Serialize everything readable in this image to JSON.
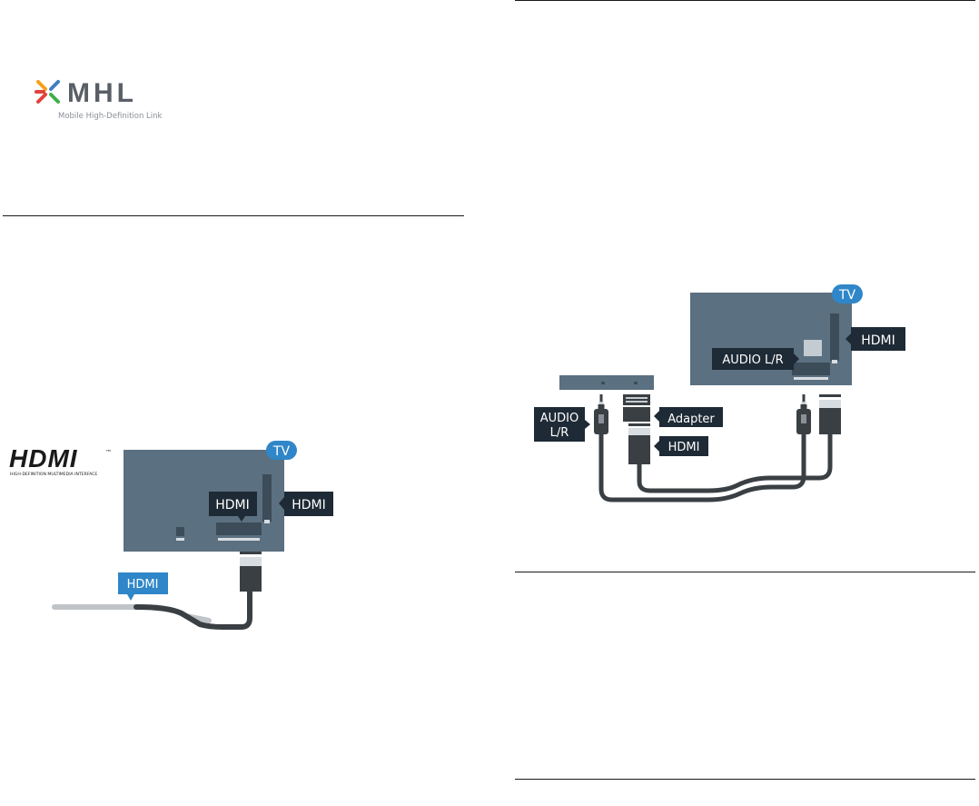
{
  "mhl_logo": {
    "wordmark": "MHL",
    "tagline": "Mobile High-Definition Link"
  },
  "hdmi_logo": {
    "wordmark": "HDMI",
    "tagline": "HIGH-DEFINITION MULTIMEDIA INTERFACE",
    "trademark": "™"
  },
  "hdmi_diagram": {
    "tv_badge": "TV",
    "port_label_inner": "HDMI",
    "port_label_side": "HDMI",
    "cable_label": "HDMI"
  },
  "audio_diagram": {
    "tv_badge": "TV",
    "tv_audio_label": "AUDIO L/R",
    "tv_hdmi_label": "HDMI",
    "device_audio_label_line1": "AUDIO",
    "device_audio_label_line2": "L/R",
    "adapter_label": "Adapter",
    "device_hdmi_label": "HDMI"
  },
  "colors": {
    "tv_body": "#5b7080",
    "tv_port": "#3c4c58",
    "label_dark": "#1e2a35",
    "label_blue": "#2f86c8",
    "cable": "#3a3f44",
    "cable_gray": "#c0c4c8",
    "mhl_orange": "#f5a11c",
    "mhl_blue": "#3f7ec2",
    "mhl_red": "#e0433a",
    "mhl_green": "#3cb04a"
  }
}
